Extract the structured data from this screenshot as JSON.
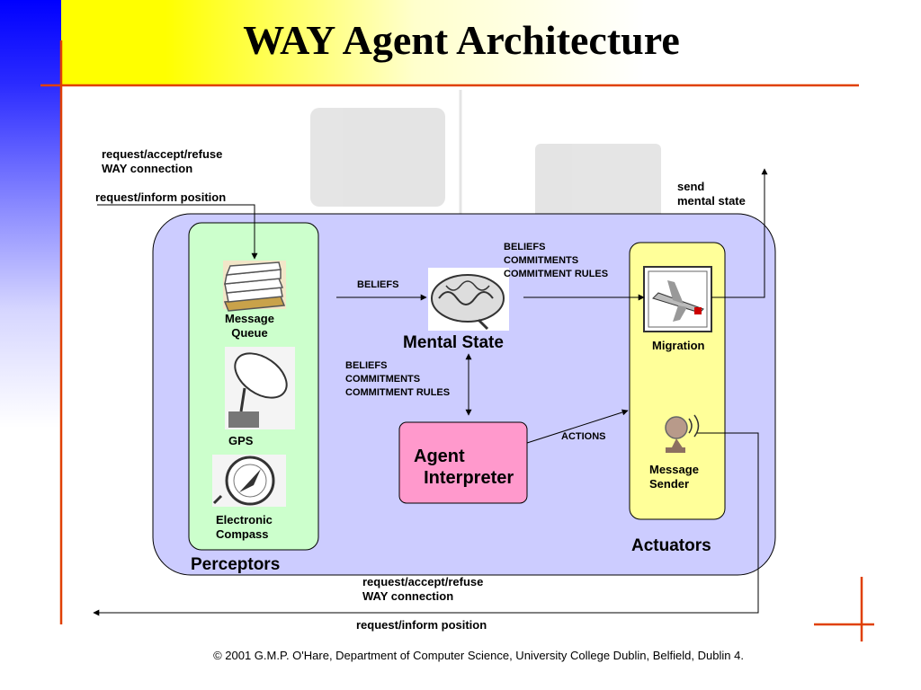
{
  "title": "WAY Agent Architecture",
  "inputs": {
    "line1": "request/accept/refuse\nWAY connection",
    "line2": "request/inform position"
  },
  "outputs": {
    "send": "send\nmental state",
    "line1": "request/accept/refuse\nWAY connection",
    "line2": "request/inform position"
  },
  "perceptors": {
    "title": "Perceptors",
    "items": [
      "Message\nQueue",
      "GPS",
      "Electronic\nCompass"
    ]
  },
  "mental_state": {
    "title": "Mental State",
    "in_label": "BELIEFS",
    "out_label": "BELIEFS\nCOMMITMENTS\nCOMMITMENT RULES",
    "down_label": "BELIEFS\nCOMMITMENTS\nCOMMITMENT RULES"
  },
  "interpreter": {
    "title": "Agent\n  Interpreter",
    "actions_label": "ACTIONS"
  },
  "actuators": {
    "title": "Actuators",
    "items": [
      "Migration",
      "Message\nSender"
    ]
  },
  "footer": "© 2001 G.M.P. O'Hare, Department of Computer Science, University College Dublin, Belfield, Dublin 4.",
  "colors": {
    "accent_line": "#e04000",
    "container": "#ccccff",
    "perceptor_box": "#ccffcc",
    "actuator_box": "#ffff99",
    "interpreter_box": "#ff99cc"
  }
}
